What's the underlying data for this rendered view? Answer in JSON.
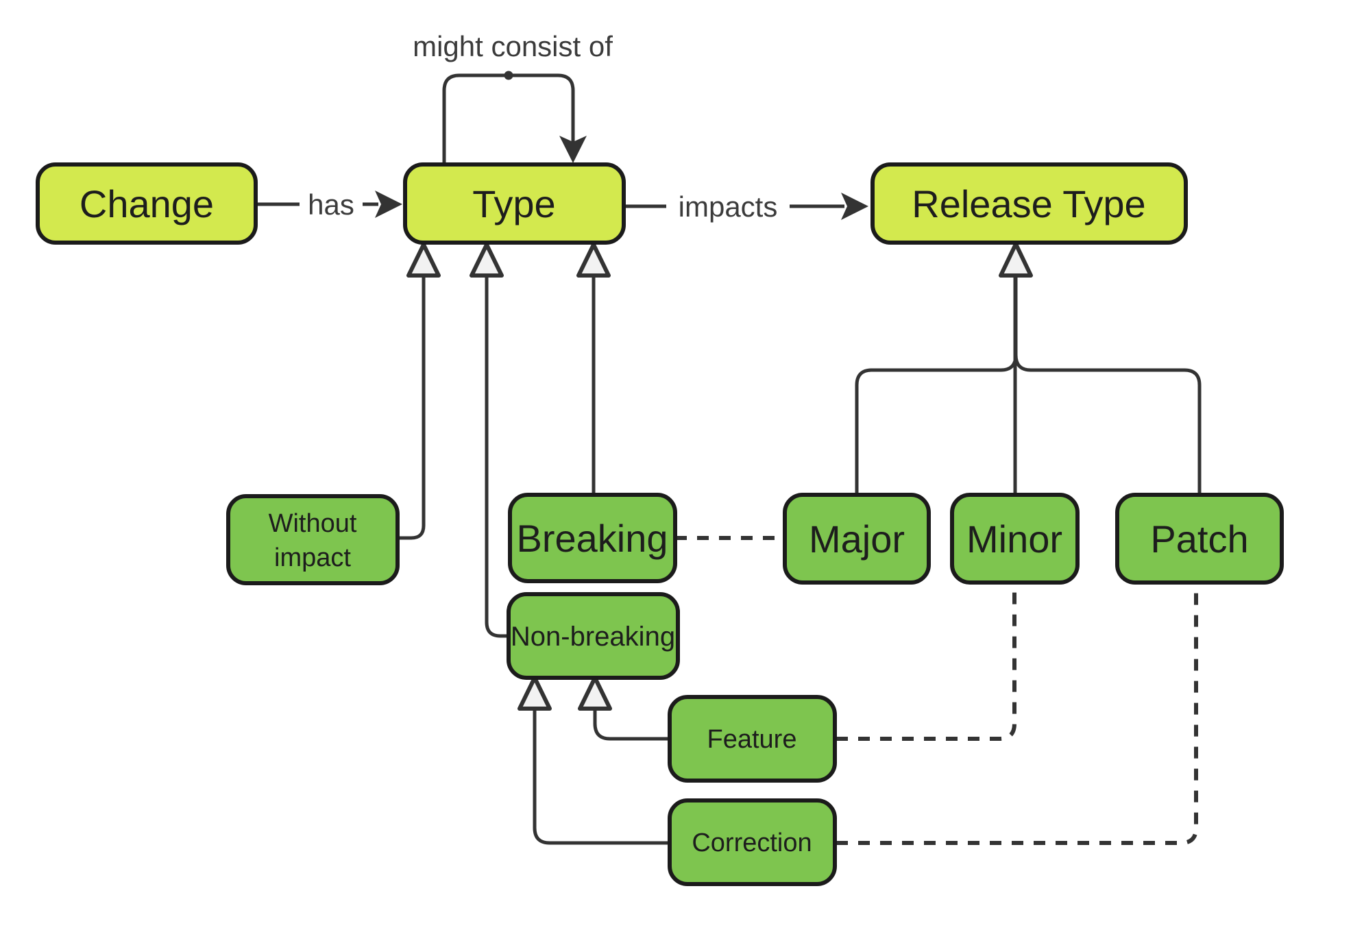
{
  "diagram": {
    "nodes": {
      "change": {
        "label": "Change"
      },
      "type": {
        "label": "Type"
      },
      "release_type": {
        "label": "Release Type"
      },
      "without_impact": {
        "lines": [
          "Without",
          "impact"
        ]
      },
      "breaking": {
        "label": "Breaking"
      },
      "non_breaking": {
        "label": "Non-breaking"
      },
      "feature": {
        "label": "Feature"
      },
      "correction": {
        "label": "Correction"
      },
      "major": {
        "label": "Major"
      },
      "minor": {
        "label": "Minor"
      },
      "patch": {
        "label": "Patch"
      }
    },
    "edge_labels": {
      "has": "has",
      "impacts": "impacts",
      "might_consist_of": "might consist of"
    },
    "colors": {
      "primary_fill": "#d3e94e",
      "secondary_fill": "#7ec54f",
      "node_border": "#1b1b1b",
      "edge": "#333333",
      "triangle_fill": "#f2f2f2",
      "node_text": "#1d1d1d",
      "label_text": "#3b3b3b",
      "background": "#ffffff"
    }
  }
}
